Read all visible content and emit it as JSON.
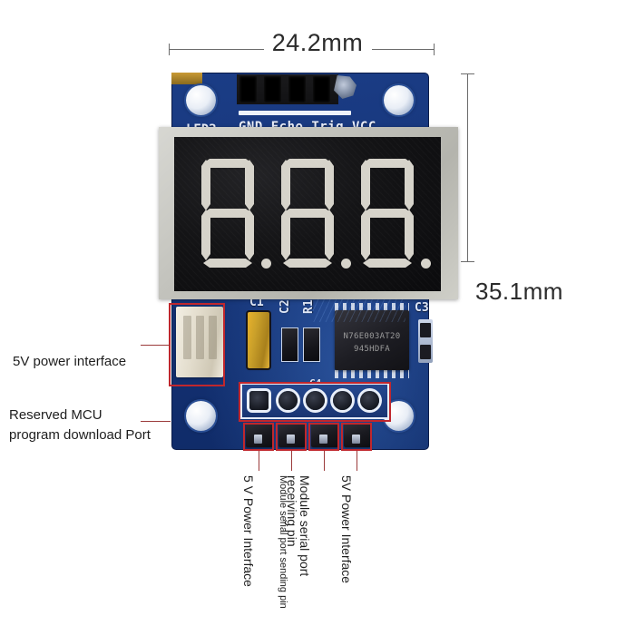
{
  "dimensions": {
    "width_label": "24.2mm",
    "height_label": "35.1mm"
  },
  "board": {
    "silkscreen": {
      "header_pins": "GND Echo Trig VCC",
      "led2": "LED2",
      "ref_c1": "C1",
      "ref_c2": "C2",
      "ref_r1": "R1",
      "ref_c3": "C3",
      "ref_c4": "C4"
    },
    "mcu": {
      "part_number": "N76E003AT20",
      "date_code": "945HDFA"
    }
  },
  "display": {
    "digits": [
      "8.",
      "8.",
      "8."
    ],
    "segment_color": "#d6d3ca",
    "face_color": "#101013"
  },
  "callouts": {
    "power_interface": "5V power interface",
    "download_port_line1": "Reserved MCU",
    "download_port_line2": "program download Port",
    "pin_0": "5 V Power Interface",
    "pin_1": "Module serial port sending pin",
    "pin_2_line1": "Module serial port",
    "pin_2_line2": "receiving pin",
    "pin_3": "5V Power Interface"
  },
  "colors": {
    "pcb_blue": "#16357a",
    "annotation_red": "#c0272d",
    "leader_line": "#9b3b3b",
    "dimension_gray": "#6b6b6b"
  }
}
